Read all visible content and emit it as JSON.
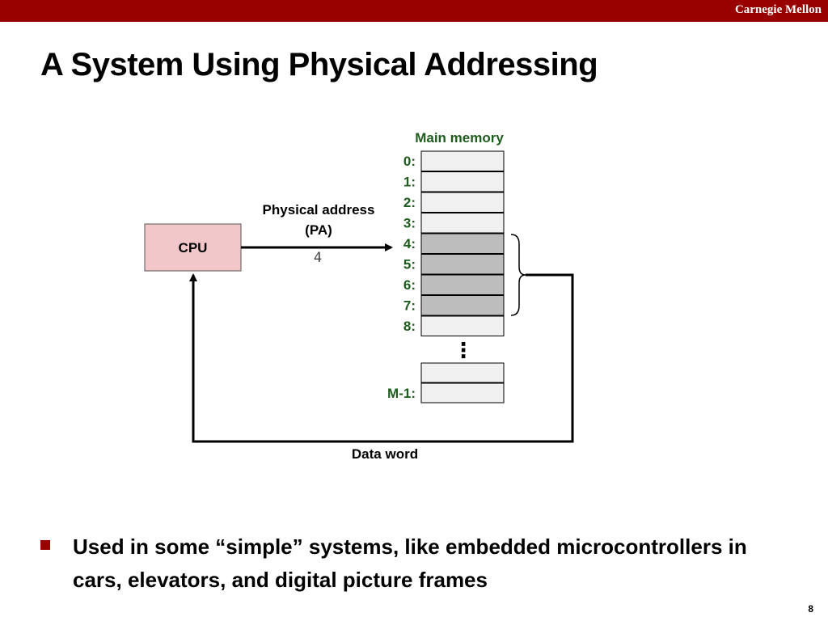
{
  "header": {
    "brand": "Carnegie Mellon"
  },
  "slide": {
    "title": "A System Using Physical Addressing",
    "page_number": "8"
  },
  "diagram": {
    "cpu_label": "CPU",
    "physical_address_line1": "Physical address",
    "physical_address_line2": "(PA)",
    "address_value": "4",
    "memory_title": "Main memory",
    "memory_rows": [
      "0:",
      "1:",
      "2:",
      "3:",
      "4:",
      "5:",
      "6:",
      "7:",
      "8:"
    ],
    "highlighted_rows": [
      4,
      5,
      6,
      7
    ],
    "ellipsis": "⋮",
    "last_row_label": "M-1:",
    "data_word_label": "Data word"
  },
  "bullets": [
    "Used in some “simple” systems, like embedded microcontrollers in cars, elevators, and digital picture frames"
  ],
  "colors": {
    "brand_bar": "#990000",
    "cpu_fill": "#f2c7c9",
    "memory_cell": "#f0f0f0",
    "memory_cell_highlight": "#bdbdbd",
    "green_text": "#1f5d1f"
  }
}
